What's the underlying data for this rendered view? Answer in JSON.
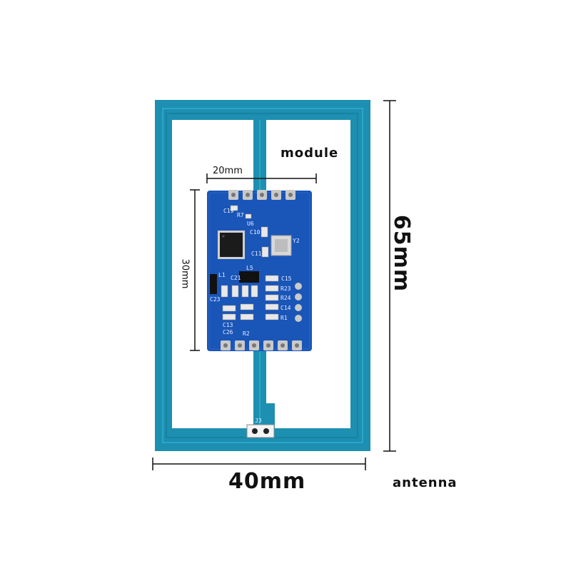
{
  "labels": {
    "module": "module",
    "antenna": "antenna",
    "antenna_width": "40mm",
    "antenna_height": "65mm",
    "module_width": "20mm",
    "module_height": "30mm"
  },
  "silkscreen": {
    "c19": "C19",
    "r7": "R7",
    "u6": "U6",
    "c10": "C10",
    "c11": "C11",
    "y2": "Y2",
    "l5": "L5",
    "l1": "L1",
    "c21": "C21",
    "c23": "C23",
    "c15": "C15",
    "r23": "R23",
    "r24": "R24",
    "c14": "C14",
    "r1": "R1",
    "c13": "C13",
    "c26": "C26",
    "r2": "R2",
    "j3": "J3"
  },
  "colors": {
    "antenna_board": "#1d8fb1",
    "antenna_inner_trace": "#2aa6c9",
    "module_board": "#1a55b8",
    "pad": "#c9c9c9",
    "ic": "#1b1b1b"
  }
}
